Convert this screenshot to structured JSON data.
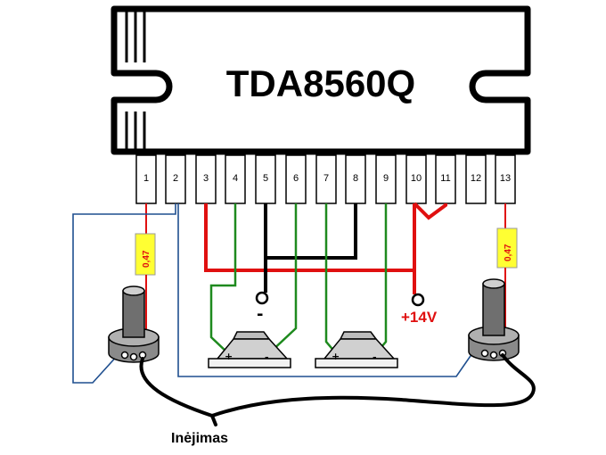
{
  "chip": {
    "label": "TDA8560Q",
    "pins": [
      "1",
      "2",
      "3",
      "4",
      "5",
      "6",
      "7",
      "8",
      "9",
      "10",
      "11",
      "12",
      "13"
    ]
  },
  "resistors": {
    "left_value": "0,47",
    "right_value": "0,47"
  },
  "supply": {
    "label": "+14V"
  },
  "ground": {
    "symbol": "-"
  },
  "speakers": {
    "left": {
      "plus": "+",
      "minus": "-"
    },
    "right": {
      "plus": "+",
      "minus": "-"
    }
  },
  "input": {
    "label": "Inėjimas"
  },
  "colors": {
    "red_wire": "#e01010",
    "green_wire": "#1e8a1e",
    "blue_wire": "#1f4f8f",
    "black_wire": "#000000",
    "resistor_body": "#ffff33"
  }
}
